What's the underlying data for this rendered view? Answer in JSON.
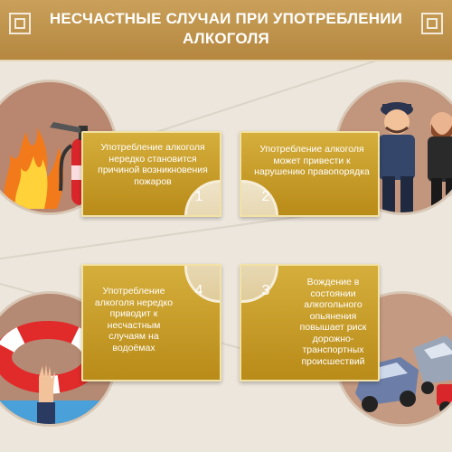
{
  "header": {
    "title": "НЕСЧАСТНЫЕ СЛУЧАИ ПРИ УПОТРЕБЛЕНИИ АЛКОГОЛЯ"
  },
  "cards": [
    {
      "number": "1",
      "text": "Употребление алкоголя нередко становится причиной возникновения пожаров"
    },
    {
      "number": "2",
      "text": "Употребление алкоголя может привести к нарушению правопорядка"
    },
    {
      "number": "3",
      "text": "Вождение в состоянии алкогольного опьянения повышает риск дорожно-транспортных происшествий"
    },
    {
      "number": "4",
      "text": "Употребление алкоголя нередко приводит к несчастным случаям на водоёмах"
    }
  ],
  "illustrations": [
    "fire-extinguisher-icon",
    "police-arrest-icon",
    "lifebuoy-drowning-icon",
    "car-crash-icon"
  ],
  "colors": {
    "accent": "#c9a05a",
    "card": "#c99f2a",
    "background": "#ece6dd"
  }
}
